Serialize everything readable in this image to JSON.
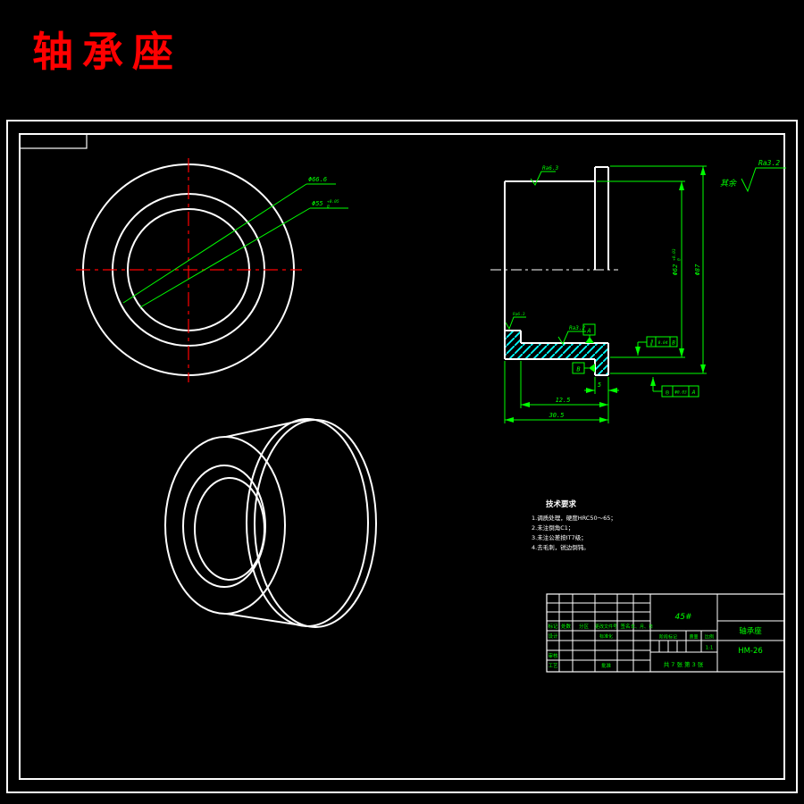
{
  "title": {
    "text": "轴承座",
    "color": "#ff0000"
  },
  "colors": {
    "background": "#000000",
    "outline": "#ffffff",
    "dimension": "#00ff00",
    "hatch": "#00ffff",
    "centerline": "#ff0000"
  },
  "front_view": {
    "dia_outer_label": "Φ66.6",
    "dia_inner_label": "Φ55",
    "dia_inner_tol_upper": "+0.05",
    "dia_inner_tol_lower": "0"
  },
  "section_view": {
    "surf_top": "Ra6.3",
    "surf_bore": "Ra3.2",
    "surf_step": "Ra6.3",
    "corner_note": "其余",
    "corner_surf": "Ra3.2",
    "dim_body": "Φ62",
    "dim_body_tol_upper": "+0.03",
    "dim_body_tol_lower": "0",
    "dim_flange": "Φ87",
    "dim_flange_width": "5",
    "dim_step_len": "12.5",
    "dim_total_len": "30.5",
    "datum_a": "A",
    "datum_b": "B",
    "fcf_parallel": {
      "symbol": "∥",
      "tolerance": "0.04",
      "datum": "B"
    },
    "fcf_concentric": {
      "symbol": "◎",
      "tolerance": "Φ0.03",
      "datum": "A"
    }
  },
  "notes": {
    "heading": "技术要求",
    "lines": [
      "1.调质处理，硬度HRC50～65；",
      "2.未注倒角C1；",
      "3.未注公差按IT7级；",
      "4.去毛刺，锐边倒钝。"
    ]
  },
  "title_block": {
    "material": "45#",
    "part_name": "轴承座",
    "drawing_no": "HM-26",
    "header": [
      "标记",
      "处数",
      "分区",
      "更改文件号",
      "签名",
      "年、月、日"
    ],
    "design": "设计",
    "standardize": "标准化",
    "check": "审核",
    "process": "工艺",
    "approve": "批准",
    "stage_label": "阶段标记",
    "weight_label": "质量",
    "scale_label": "比例",
    "scale_value": "1:1",
    "sheet_text": "共 7 张  第 3 张"
  }
}
